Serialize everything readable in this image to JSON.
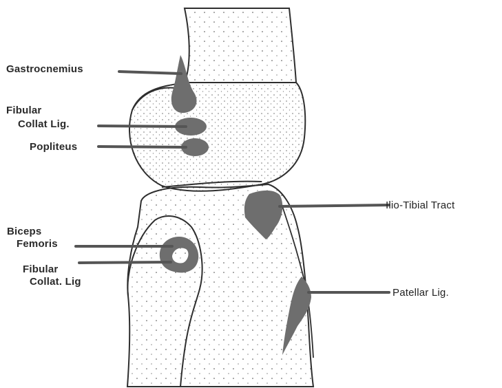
{
  "labels": {
    "gastrocnemius": "Gastrocnemius",
    "fibular_collat_lig_line1": "Fibular",
    "fibular_collat_lig_line2": "Collat Lig.",
    "popliteus": "Popliteus",
    "biceps_femoris_line1": "Biceps",
    "biceps_femoris_line2": "Femoris",
    "fibular_collat_lig2_line1": "Fibular",
    "fibular_collat_lig2_line2": "Collat. Lig",
    "ilio_tibial_tract": "Ilio-Tibial Tract",
    "patellar_lig": "Patellar Lig."
  },
  "colors": {
    "ink": "#2e2e2e",
    "attachment_fill": "#6e6e6e",
    "background": "#ffffff"
  }
}
